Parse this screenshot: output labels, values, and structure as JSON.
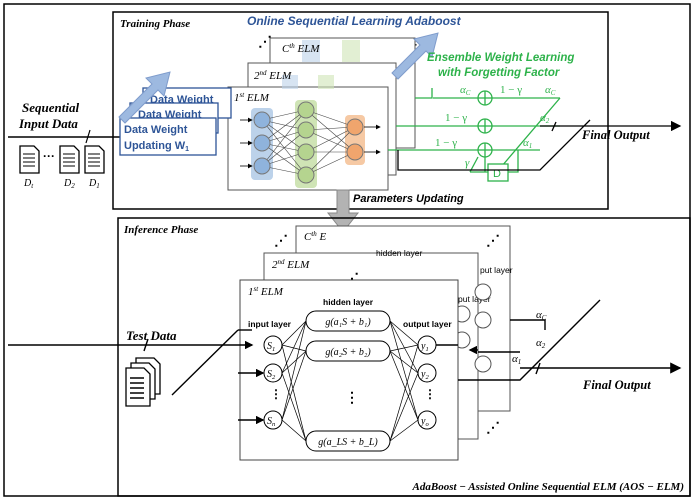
{
  "training": {
    "title": "Training Phase",
    "online_label": "Online Sequential Learning Adaboost",
    "ensemble_label_1": "Ensemble Weight Learning",
    "ensemble_label_2": "with Forgetting Factor",
    "sequential_label_1": "Sequential",
    "sequential_label_2": "Input Data",
    "data_weight_back": "Data Weight",
    "data_weight_mid": "Data Weight",
    "data_weight_front_1": "Data Weight",
    "data_weight_front_2": "Updating W",
    "data_weight_front_sub": "1",
    "elm_c_sup": "th",
    "elm_c": "C",
    "elm_2_sup": "nd",
    "elm_2": "2",
    "elm_1_sup": "st",
    "elm_1": "1",
    "elm_word": "ELM",
    "doc_labels": [
      "D",
      "D",
      "D"
    ],
    "doc_subs": [
      "t",
      "2",
      "1"
    ],
    "alpha_c": "α",
    "alpha_c_sub": "C",
    "alpha_2_sub": "2",
    "alpha_1_sub": "1",
    "one_minus_gamma": "1 − γ",
    "gamma": "γ",
    "delay": "D",
    "final_output": "Final Output",
    "params_updating": "Parameters Updating"
  },
  "inference": {
    "title": "Inference Phase",
    "test_data": "Test Data",
    "hidden_layer": "hidden layer",
    "input_layer": "input layer",
    "output_layer": "output layer",
    "output_layer_short": "put layer",
    "inputs": [
      "S",
      "S",
      "S"
    ],
    "input_subs": [
      "1",
      "2",
      "n"
    ],
    "outputs": [
      "y",
      "y",
      "y"
    ],
    "output_subs": [
      "1",
      "2",
      "o"
    ],
    "hidden_nodes": [
      "g(a₁S + b₁)",
      "g(a₂S + b₂)",
      "g(a_LS + b_L)"
    ],
    "final_output": "Final Output",
    "alpha_sub_c": "C",
    "alpha_sub_2": "2",
    "alpha_sub_1": "1"
  },
  "footer": {
    "caption": "AdaBoost − Assisted Online Sequential ELM (AOS − ELM)"
  },
  "colors": {
    "green": "#2db24a",
    "blue_arrow": "#9db9e0",
    "blue_text": "#2e5597",
    "node_blue": "#bcd2ea",
    "node_green": "#cfe4b5",
    "node_orange": "#f6c9a4",
    "gray_arrow": "#b3b3b3"
  }
}
